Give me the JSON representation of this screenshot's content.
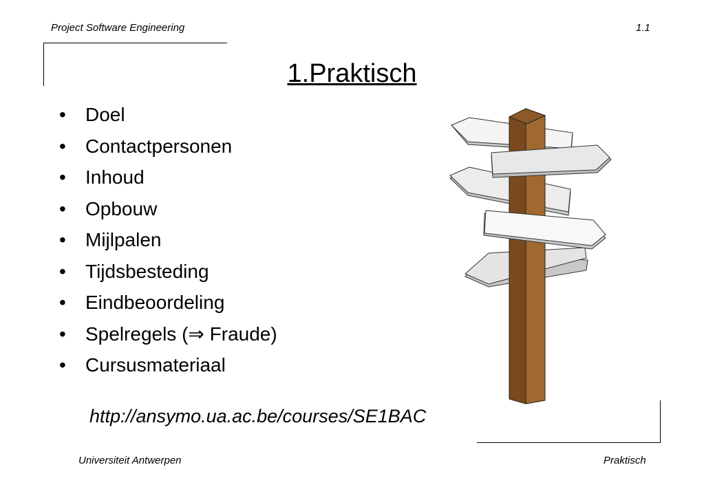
{
  "header": {
    "course": "Project Software Engineering",
    "slide_number": "1.1"
  },
  "title": "1.Praktisch",
  "bullets": [
    {
      "marker": "•",
      "text": "Doel"
    },
    {
      "marker": "•",
      "text": "Contactpersonen"
    },
    {
      "marker": "•",
      "text": "Inhoud"
    },
    {
      "marker": "•",
      "text": "Opbouw"
    },
    {
      "marker": "•",
      "text": "Mijlpalen"
    },
    {
      "marker": "•",
      "text": "Tijdsbesteding"
    },
    {
      "marker": "•",
      "text": "Eindbeoordeling"
    },
    {
      "marker": "•",
      "text": "Spelregels (⇒ Fraude)"
    },
    {
      "marker": "•",
      "text": "Cursusmateriaal"
    }
  ],
  "url": "http://ansymo.ua.ac.be/courses/SE1BAC",
  "footer": {
    "institution": "Universiteit Antwerpen",
    "section": "Praktisch"
  },
  "illustration": {
    "icon": "signpost-icon",
    "colors": {
      "post_dark": "#7a4a1e",
      "post_light": "#a0692f",
      "sign_fill": "#f2f2f2",
      "sign_shade": "#c8c8c8"
    }
  }
}
